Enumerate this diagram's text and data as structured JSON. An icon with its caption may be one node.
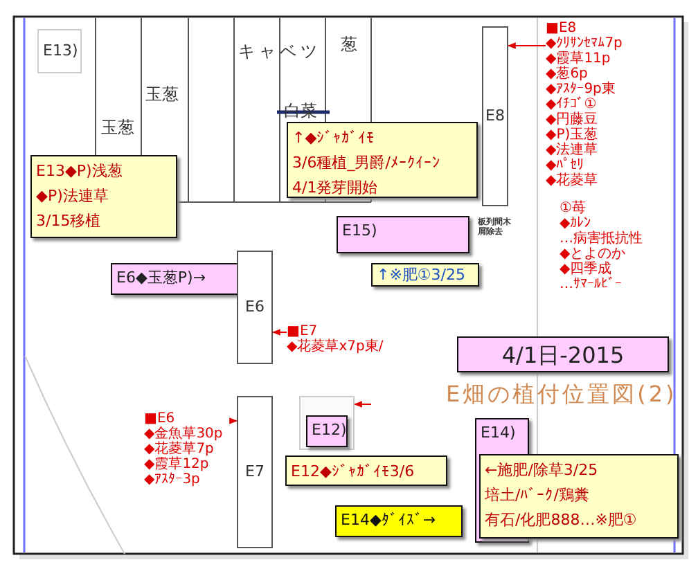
{
  "diagram": {
    "title": "E畑の植付位置図(2)",
    "nodes": [
      {
        "text": [
          "E13)"
        ]
      },
      {
        "text": [
          "E13◆P)浅葱",
          "◆P)法連草",
          "3/15移植"
        ]
      },
      {
        "text": [
          "↑◆ｼﾞｬｶﾞｲﾓ",
          "3/6種植_男爵/ﾒｰｸｲｰﾝ",
          "4/1発芽開始"
        ]
      },
      {
        "text": [
          "E8"
        ]
      },
      {
        "text": [
          "■E8",
          "◆ｸﾘｻﾝｾﾏﾑ7p",
          "◆霞草11p",
          "◆葱6p",
          "◆ｱｽﾀｰ9p東",
          "◆ｲﾁｺﾞ①",
          "◆円藤豆",
          "◆P)玉葱",
          "◆法連草",
          "◆ﾊﾟｾﾘ",
          "◆花菱草",
          "①苺",
          "◆ｶﾚﾝ",
          "…病害抵抗性",
          "◆とよのか",
          "◆四季成",
          "…ｻﾏｰﾙﾋﾞｰ"
        ]
      },
      {
        "text": [
          "E15)"
        ]
      },
      {
        "text": [
          "↑※肥①3/25"
        ]
      },
      {
        "text": [
          "E6◆玉葱P)→"
        ]
      },
      {
        "text": [
          "E6"
        ]
      },
      {
        "text": [
          "■E7",
          "◆花菱草x7p東/"
        ]
      },
      {
        "text": [
          "E7"
        ]
      },
      {
        "text": [
          "■E6",
          "◆金魚草30p",
          "◆花菱草7p",
          "◆霞草12p",
          "◆ｱｽﾀｰ3p"
        ]
      },
      {
        "text": [],
        "shape": "box"
      },
      {
        "text": [
          "E12)"
        ],
        "in": 12
      },
      {
        "text": [
          "E12◆ｼﾞｬｶﾞｲﾓ3/6"
        ]
      },
      {
        "text": [
          "E14◆ﾀﾞｲｽﾞ→"
        ]
      },
      {
        "text": [
          "4/1日-2015"
        ]
      },
      {
        "text": [
          "E14)"
        ]
      },
      {
        "text": [
          "←施肥/除草3/25",
          "培土/ﾊﾞｰｸ/鶏糞",
          "有石/化肥888…※肥①"
        ]
      }
    ],
    "edges": [
      {
        "from": 4,
        "to": 3,
        "arrow": "to",
        "color": "#e00000"
      },
      {
        "from": 9,
        "to": 8,
        "arrow": "to",
        "color": "#e00000"
      },
      {
        "from": 11,
        "to": 10,
        "arrow": "to",
        "color": "#e00000"
      },
      {
        "from": null,
        "to": 12,
        "arrow": "to",
        "color": "#e00000"
      }
    ],
    "labels": [
      "葱",
      "キャベツ",
      "玉葱",
      "白菜",
      "玉葱",
      "板列間木屑除去"
    ]
  }
}
